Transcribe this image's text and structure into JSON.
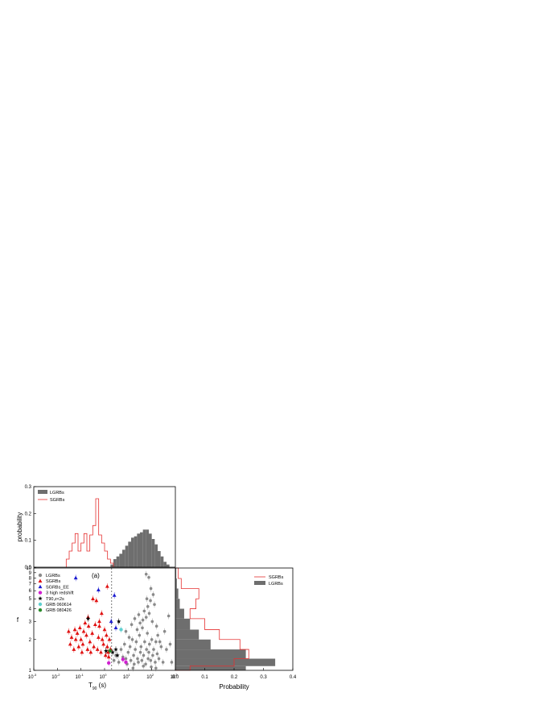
{
  "chart_data": [
    {
      "id": "top_histogram",
      "type": "bar",
      "ylabel": "probability",
      "xscale": "log",
      "xlim_log10": [
        -3,
        3
      ],
      "ylim": [
        0,
        0.3
      ],
      "yticks": [
        "0.0",
        "0.1",
        "0.2",
        "0.3"
      ],
      "legend_position": "top-left",
      "series": [
        {
          "name": "LGRBs",
          "style": "filled",
          "color": "#6e6e6e",
          "bins_log10": [
            [
              0.25,
              0.375,
              0.01
            ],
            [
              0.375,
              0.5,
              0.03
            ],
            [
              0.5,
              0.625,
              0.04
            ],
            [
              0.625,
              0.75,
              0.05
            ],
            [
              0.75,
              0.875,
              0.065
            ],
            [
              0.875,
              1.0,
              0.08
            ],
            [
              1.0,
              1.125,
              0.095
            ],
            [
              1.125,
              1.25,
              0.11
            ],
            [
              1.25,
              1.375,
              0.115
            ],
            [
              1.375,
              1.5,
              0.125
            ],
            [
              1.5,
              1.625,
              0.13
            ],
            [
              1.625,
              1.75,
              0.14
            ],
            [
              1.75,
              1.875,
              0.14
            ],
            [
              1.875,
              2.0,
              0.125
            ],
            [
              2.0,
              2.125,
              0.105
            ],
            [
              2.125,
              2.25,
              0.085
            ],
            [
              2.25,
              2.375,
              0.06
            ],
            [
              2.375,
              2.5,
              0.04
            ],
            [
              2.5,
              2.625,
              0.02
            ],
            [
              2.625,
              2.75,
              0.01
            ]
          ]
        },
        {
          "name": "SGRBs",
          "style": "outline",
          "color": "#e53030",
          "bins_log10": [
            [
              -1.625,
              -1.5,
              0.03
            ],
            [
              -1.5,
              -1.375,
              0.06
            ],
            [
              -1.375,
              -1.25,
              0.09
            ],
            [
              -1.25,
              -1.125,
              0.125
            ],
            [
              -1.125,
              -1.0,
              0.06
            ],
            [
              -1.0,
              -0.875,
              0.09
            ],
            [
              -0.875,
              -0.75,
              0.125
            ],
            [
              -0.75,
              -0.625,
              0.06
            ],
            [
              -0.625,
              -0.5,
              0.12
            ],
            [
              -0.5,
              -0.375,
              0.155
            ],
            [
              -0.375,
              -0.25,
              0.255
            ],
            [
              -0.25,
              -0.125,
              0.12
            ],
            [
              -0.125,
              0.0,
              0.09
            ],
            [
              0.0,
              0.125,
              0.06
            ],
            [
              0.125,
              0.25,
              0.03
            ],
            [
              0.25,
              0.375,
              0.015
            ]
          ]
        }
      ]
    },
    {
      "id": "scatter_main",
      "type": "scatter",
      "annotation": "(a)",
      "xlabel": "T",
      "xlabel_sub": "90",
      "xlabel_unit": " (s)",
      "ylabel": "f",
      "xscale": "log",
      "yscale": "log",
      "xlim_log10": [
        -3,
        3
      ],
      "ylim": [
        1,
        10
      ],
      "xtick_labels": [
        "10",
        "10",
        "10",
        "10",
        "10",
        "10",
        "10"
      ],
      "xtick_exponents": [
        "-3",
        "-2",
        "-1",
        "0",
        "1",
        "2",
        "3"
      ],
      "ytick_labels": [
        "1",
        "2",
        "3",
        "4",
        "5",
        "6",
        "7",
        "8",
        "9",
        "10"
      ],
      "dashed_line_x": 2,
      "legend_position": "top-left",
      "series": [
        {
          "name": "LGRBs",
          "marker": "circle",
          "color": "#8a8a8a",
          "points": [
            [
              2.5,
              1.25
            ],
            [
              3,
              1.4
            ],
            [
              4,
              1.2
            ],
            [
              5,
              1.6
            ],
            [
              6,
              1.35
            ],
            [
              7,
              1.8
            ],
            [
              8,
              1.3
            ],
            [
              9,
              1.15
            ],
            [
              10,
              1.5
            ],
            [
              12,
              1.7
            ],
            [
              13,
              1.25
            ],
            [
              15,
              2.0
            ],
            [
              17,
              1.4
            ],
            [
              18,
              1.15
            ],
            [
              20,
              1.6
            ],
            [
              22,
              1.9
            ],
            [
              25,
              1.3
            ],
            [
              27,
              1.2
            ],
            [
              30,
              2.2
            ],
            [
              33,
              1.5
            ],
            [
              35,
              1.7
            ],
            [
              38,
              1.25
            ],
            [
              40,
              2.6
            ],
            [
              45,
              1.4
            ],
            [
              50,
              1.9
            ],
            [
              55,
              1.15
            ],
            [
              60,
              1.6
            ],
            [
              65,
              2.3
            ],
            [
              70,
              1.3
            ],
            [
              75,
              1.5
            ],
            [
              80,
              1.8
            ],
            [
              90,
              1.25
            ],
            [
              100,
              2.0
            ],
            [
              110,
              1.4
            ],
            [
              120,
              1.6
            ],
            [
              140,
              1.2
            ],
            [
              150,
              1.9
            ],
            [
              170,
              1.45
            ],
            [
              200,
              1.3
            ],
            [
              250,
              1.7
            ],
            [
              300,
              1.2
            ],
            [
              8,
              2.4
            ],
            [
              11,
              2.1
            ],
            [
              14,
              2.8
            ],
            [
              19,
              3.2
            ],
            [
              24,
              2.5
            ],
            [
              28,
              3.5
            ],
            [
              32,
              2.9
            ],
            [
              42,
              3.1
            ],
            [
              48,
              3.8
            ],
            [
              58,
              3.3
            ],
            [
              68,
              4.2
            ],
            [
              78,
              3.6
            ],
            [
              88,
              4.8
            ],
            [
              105,
              3.0
            ],
            [
              130,
              4.4
            ],
            [
              62,
              5.0
            ],
            [
              92,
              6.3
            ],
            [
              115,
              5.5
            ],
            [
              58,
              8.7
            ],
            [
              75,
              8.1
            ],
            [
              160,
              2.7
            ],
            [
              180,
              2.2
            ],
            [
              220,
              1.9
            ],
            [
              350,
              2.4
            ],
            [
              520,
              3.4
            ],
            [
              420,
              1.6
            ],
            [
              700,
              1.2
            ],
            [
              600,
              1.8
            ],
            [
              16,
              1.05
            ],
            [
              44,
              1.1
            ],
            [
              95,
              1.08
            ],
            [
              150,
              1.05
            ]
          ]
        },
        {
          "name": "SGRBs",
          "marker": "triangle-up",
          "color": "#e01010",
          "points": [
            [
              0.03,
              2.4
            ],
            [
              0.035,
              1.8
            ],
            [
              0.04,
              2.1
            ],
            [
              0.05,
              1.6
            ],
            [
              0.055,
              2.5
            ],
            [
              0.06,
              2.0
            ],
            [
              0.07,
              2.3
            ],
            [
              0.08,
              1.7
            ],
            [
              0.09,
              2.6
            ],
            [
              0.1,
              2.0
            ],
            [
              0.11,
              1.5
            ],
            [
              0.12,
              1.8
            ],
            [
              0.13,
              2.4
            ],
            [
              0.15,
              2.9
            ],
            [
              0.17,
              2.2
            ],
            [
              0.19,
              1.6
            ],
            [
              0.21,
              2.7
            ],
            [
              0.24,
              1.9
            ],
            [
              0.26,
              1.5
            ],
            [
              0.3,
              2.3
            ],
            [
              0.32,
              5.0
            ],
            [
              0.35,
              1.7
            ],
            [
              0.4,
              2.8
            ],
            [
              0.45,
              4.8
            ],
            [
              0.5,
              1.6
            ],
            [
              0.55,
              2.1
            ],
            [
              0.6,
              2.7
            ],
            [
              0.7,
              1.5
            ],
            [
              0.75,
              3.6
            ],
            [
              0.8,
              2.0
            ],
            [
              0.9,
              1.8
            ],
            [
              1.0,
              2.5
            ],
            [
              1.1,
              1.4
            ],
            [
              1.2,
              2.2
            ],
            [
              1.3,
              1.7
            ],
            [
              1.4,
              1.5
            ],
            [
              1.5,
              1.35
            ],
            [
              1.6,
              2.0
            ],
            [
              1.8,
              1.6
            ],
            [
              1.3,
              6.6
            ],
            [
              0.2,
              3.3
            ],
            [
              0.6,
              3.0
            ]
          ]
        },
        {
          "name": "SGRBs_EE",
          "marker": "triangle-up",
          "color": "#1a1ad0",
          "points": [
            [
              0.06,
              8.0
            ],
            [
              0.55,
              6.1
            ],
            [
              1.9,
              3.0
            ],
            [
              3.0,
              2.6
            ],
            [
              2.6,
              5.4
            ]
          ]
        },
        {
          "name": "3 high redshift",
          "marker": "circle",
          "color": "#d020d0",
          "points": [
            [
              1.5,
              1.18
            ],
            [
              6.0,
              1.28
            ],
            [
              8.0,
              1.2
            ]
          ]
        },
        {
          "name": "T90,z<2s",
          "marker": "star",
          "color": "#000000",
          "points": [
            [
              1.15,
              1.55
            ],
            [
              2.2,
              1.5
            ],
            [
              3.5,
              1.4
            ],
            [
              4.0,
              3.0
            ],
            [
              0.2,
              3.2
            ],
            [
              3.0,
              1.6
            ]
          ]
        },
        {
          "name": "GRB 060614",
          "marker": "circle",
          "color": "#60d0d0",
          "points": [
            [
              5.0,
              2.5
            ]
          ]
        },
        {
          "name": "GRB 080426",
          "marker": "circle",
          "color": "#2a8a2a",
          "points": [
            [
              1.7,
              1.55
            ]
          ]
        }
      ]
    },
    {
      "id": "right_histogram",
      "type": "bar",
      "orientation": "horizontal",
      "xlabel": "Probability",
      "xlim": [
        0,
        0.4
      ],
      "xticks": [
        "0.0",
        "0.1",
        "0.2",
        "0.3",
        "0.4"
      ],
      "yscale": "log",
      "ylim": [
        1,
        10
      ],
      "legend_position": "top-right",
      "series": [
        {
          "name": "SGRBs",
          "style": "outline",
          "color": "#e53030",
          "bins_y": [
            [
              1.0,
              1.1,
              0.05
            ],
            [
              1.1,
              1.3,
              0.2
            ],
            [
              1.3,
              1.6,
              0.25
            ],
            [
              1.6,
              2.0,
              0.22
            ],
            [
              2.0,
              2.5,
              0.15
            ],
            [
              2.5,
              3.2,
              0.1
            ],
            [
              3.2,
              4.0,
              0.05
            ],
            [
              4.0,
              5.0,
              0.07
            ],
            [
              5.0,
              6.3,
              0.08
            ],
            [
              6.3,
              7.9,
              0.02
            ],
            [
              7.9,
              10.0,
              0.01
            ]
          ]
        },
        {
          "name": "LGRBs",
          "style": "filled",
          "color": "#6e6e6e",
          "bins_y": [
            [
              1.0,
              1.1,
              0.24
            ],
            [
              1.1,
              1.3,
              0.34
            ],
            [
              1.3,
              1.6,
              0.24
            ],
            [
              1.6,
              2.0,
              0.12
            ],
            [
              2.0,
              2.5,
              0.08
            ],
            [
              2.5,
              3.2,
              0.05
            ],
            [
              3.2,
              4.0,
              0.03
            ],
            [
              4.0,
              5.0,
              0.015
            ],
            [
              5.0,
              6.3,
              0.01
            ],
            [
              6.3,
              7.9,
              0.005
            ],
            [
              7.9,
              10.0,
              0.003
            ]
          ]
        }
      ]
    }
  ]
}
